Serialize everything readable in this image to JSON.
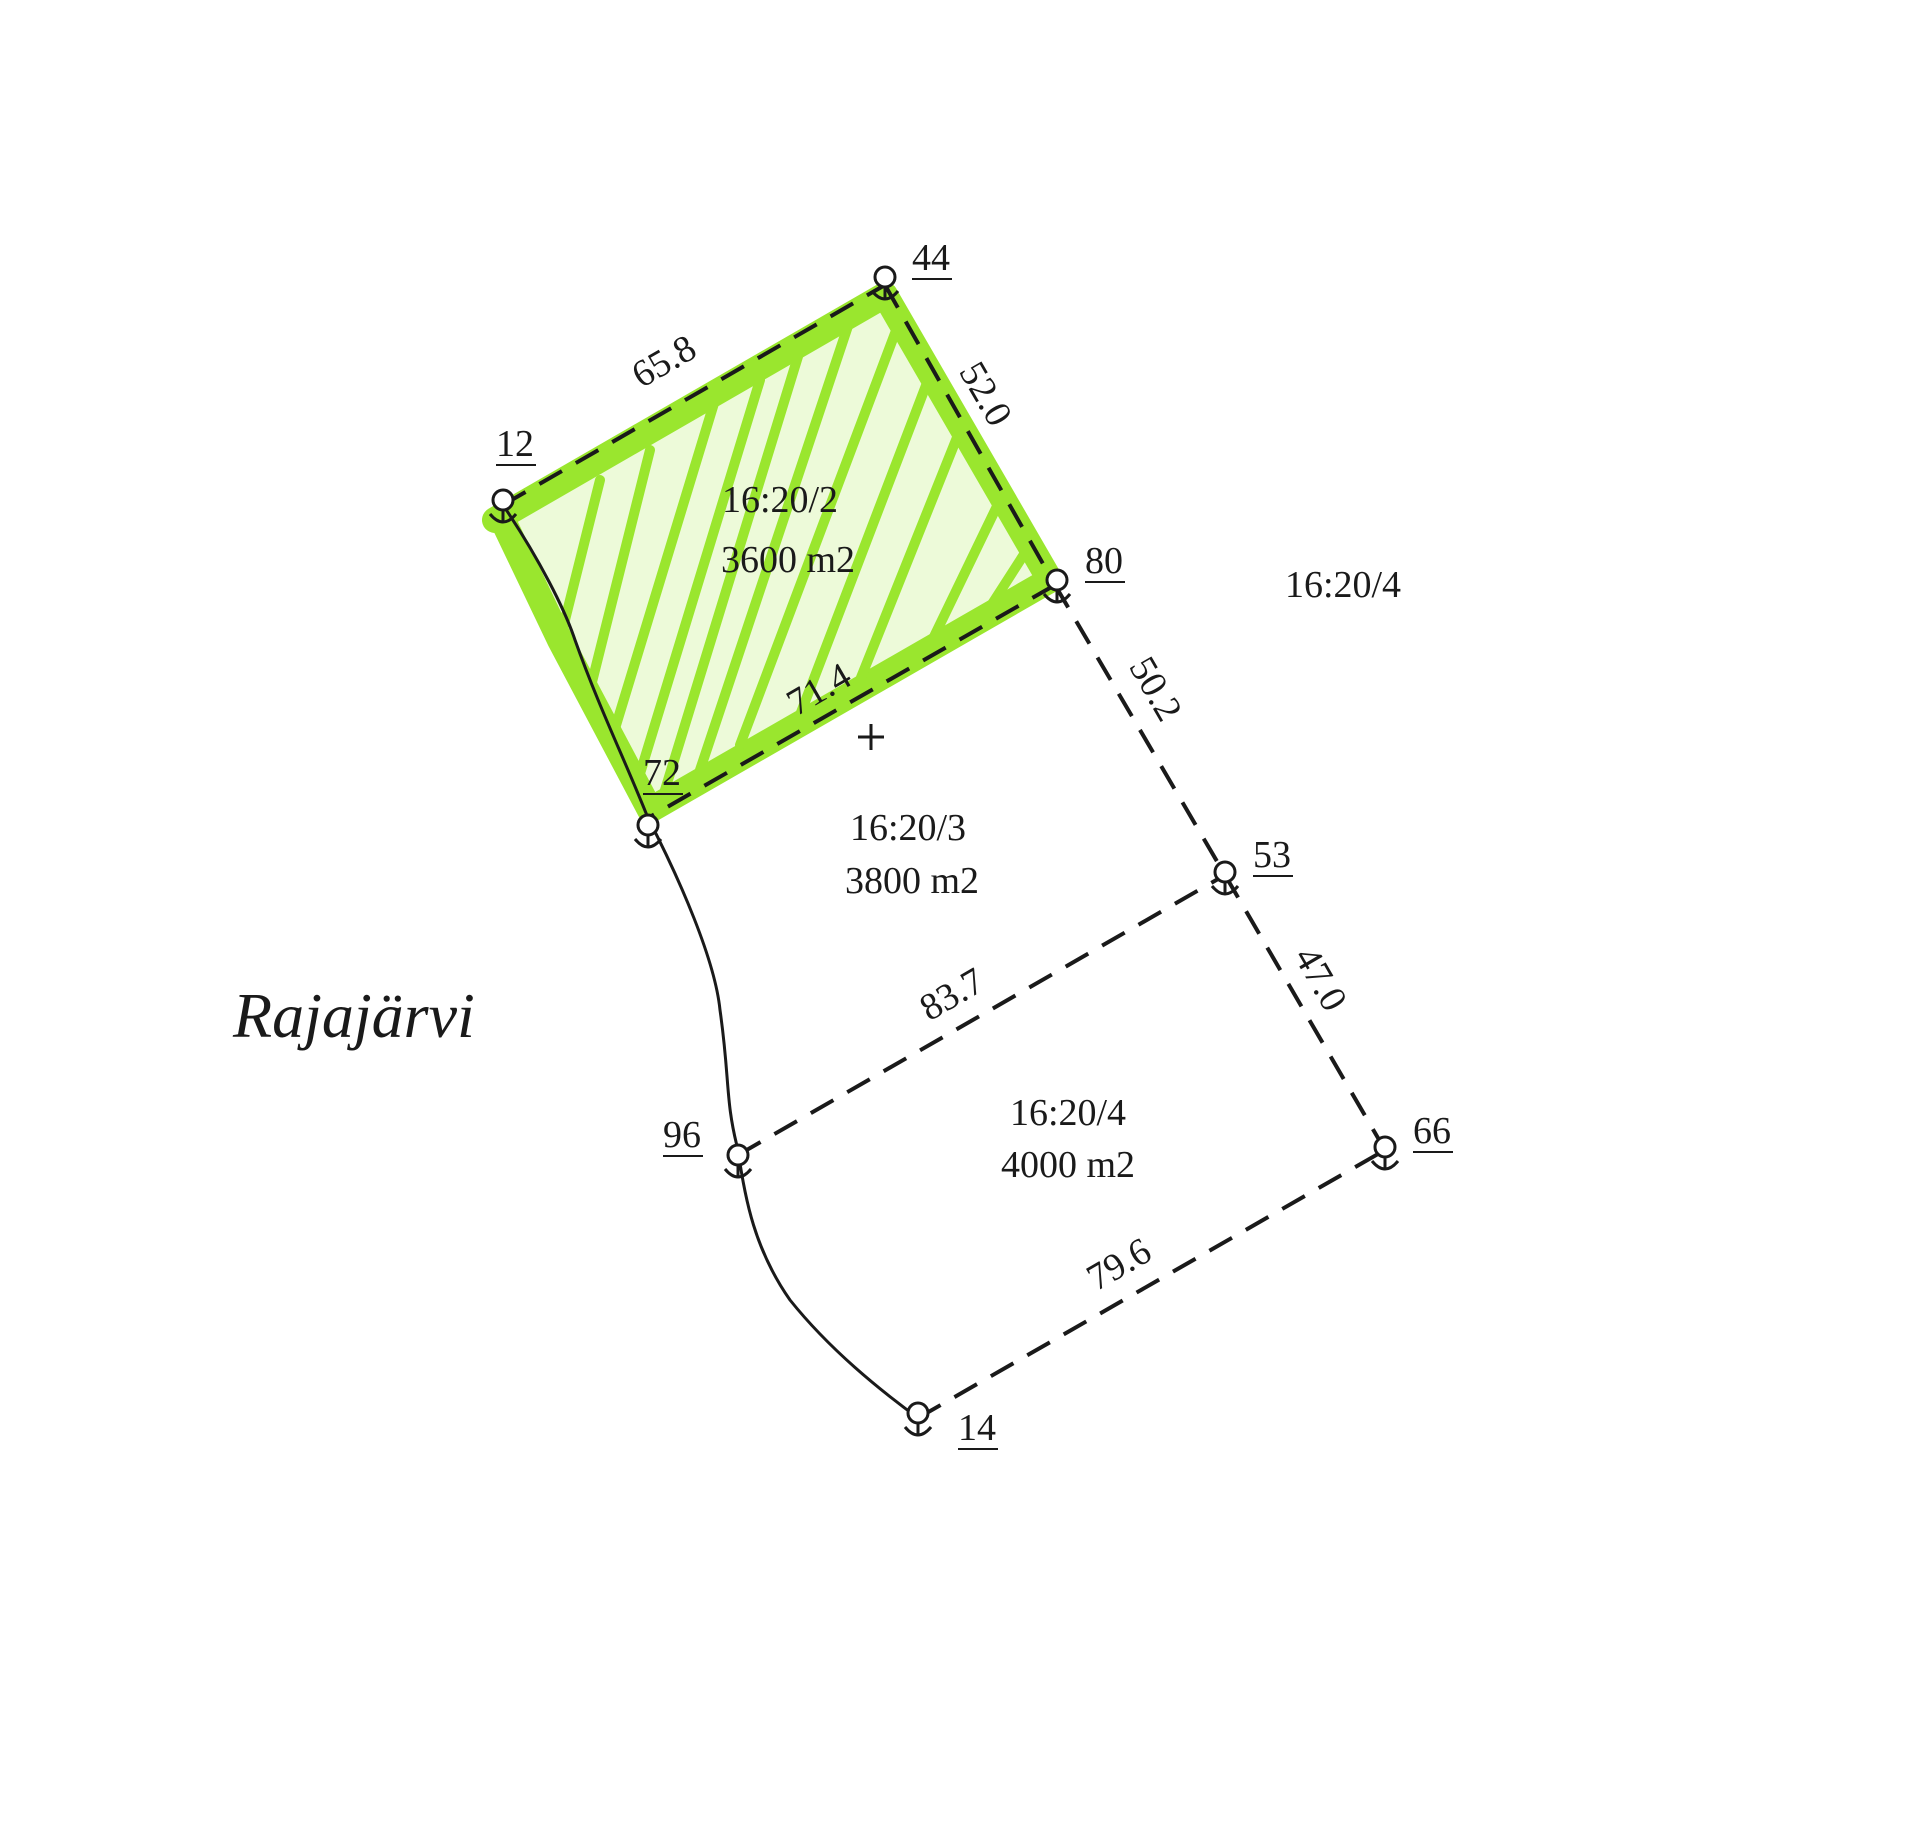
{
  "lake_name": "Rajajärvi",
  "parcels": [
    {
      "id": "16:20/2",
      "area": "3600 m2",
      "highlight": true
    },
    {
      "id": "16:20/3",
      "area": "3800 m2"
    },
    {
      "id": "16:20/4",
      "area": "4000 m2"
    }
  ],
  "outer_parcel_id": "16:20/4",
  "boundary_points": [
    "44",
    "12",
    "80",
    "72",
    "53",
    "96",
    "66",
    "14"
  ],
  "edge_lengths": [
    "65.8",
    "52.0",
    "71.4",
    "50.2",
    "47.0",
    "83.7",
    "79.6"
  ],
  "colors": {
    "highlight": "#9ae62e",
    "line": "#1a1a1a",
    "background": "#ffffff"
  }
}
